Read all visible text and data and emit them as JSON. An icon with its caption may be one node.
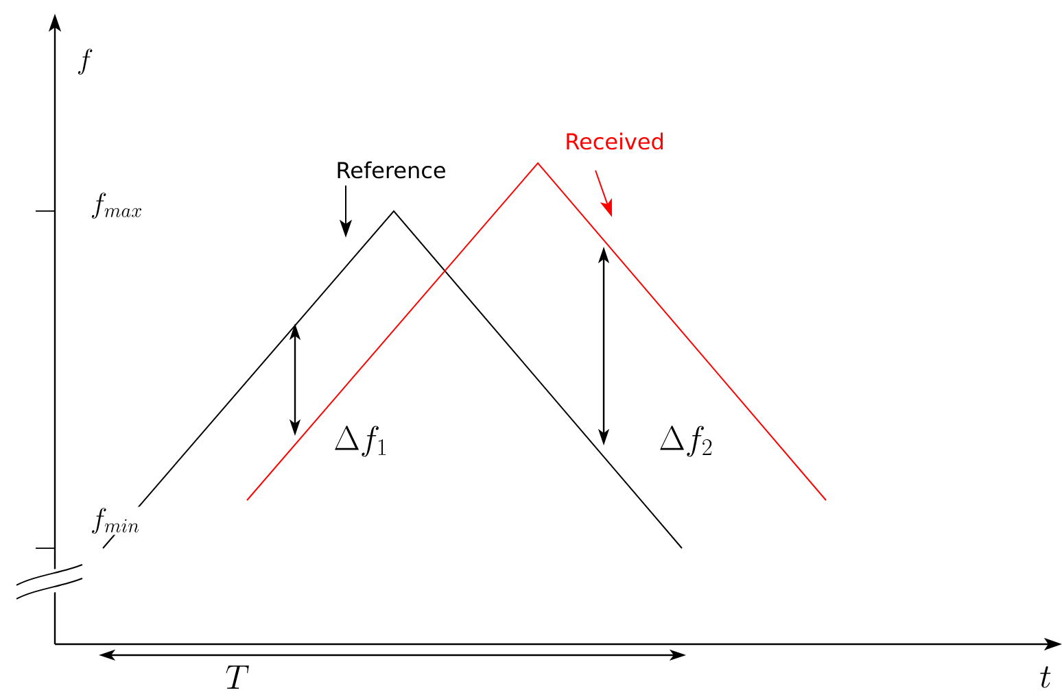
{
  "diagram": {
    "nodes": [
      {
        "text": [
          "Reference"
        ]
      },
      {
        "text": [
          "Received"
        ]
      }
    ],
    "edges": [
      {
        "from": 0,
        "to": null,
        "arrow": "to"
      },
      {
        "from": 1,
        "to": null,
        "arrow": "to",
        "color": "#ff0000"
      }
    ],
    "labels": [
      "f",
      "f_{max}",
      "f_{min}",
      "\\Delta f_1",
      "\\Delta f_2",
      "T",
      "t"
    ]
  }
}
